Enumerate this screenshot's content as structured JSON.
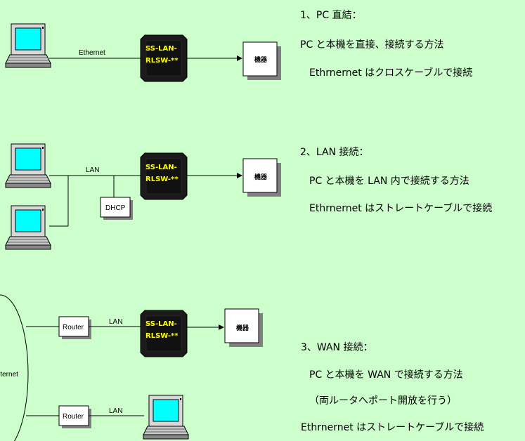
{
  "sections": [
    {
      "heading": "1、PC 直結：",
      "line1": "PC と本機を直接、接続する方法",
      "line2": "Ethrnernet はクロスケーブルで接続",
      "link_label": "Ethernet",
      "device_line1": "SS-LAN-",
      "device_line2": "RLSW-**",
      "target_label": "機器"
    },
    {
      "heading": "2、LAN 接続：",
      "line1": "PC と本機を LAN 内で接続する方法",
      "line2": "Ethrnernet はストレートケーブルで接続",
      "link_label": "LAN",
      "dhcp_label": "DHCP",
      "device_line1": "SS-LAN-",
      "device_line2": "RLSW-**",
      "target_label": "機器"
    },
    {
      "heading": "3、WAN 接続：",
      "line1": "PC と本機を WAN で接続する方法",
      "line2": "（両ルータへポート開放を行う）",
      "line3": "Ethrnernet はストレートケーブルで接続",
      "internet_label": "Internet",
      "router_label": "Router",
      "link_label": "LAN",
      "device_line1": "SS-LAN-",
      "device_line2": "RLSW-**",
      "target_label": "機器"
    }
  ],
  "colors": {
    "background": "#ccffcc",
    "screen": "#00ffff",
    "device_body": "#1a1a1a",
    "device_text": "#ffff00"
  }
}
